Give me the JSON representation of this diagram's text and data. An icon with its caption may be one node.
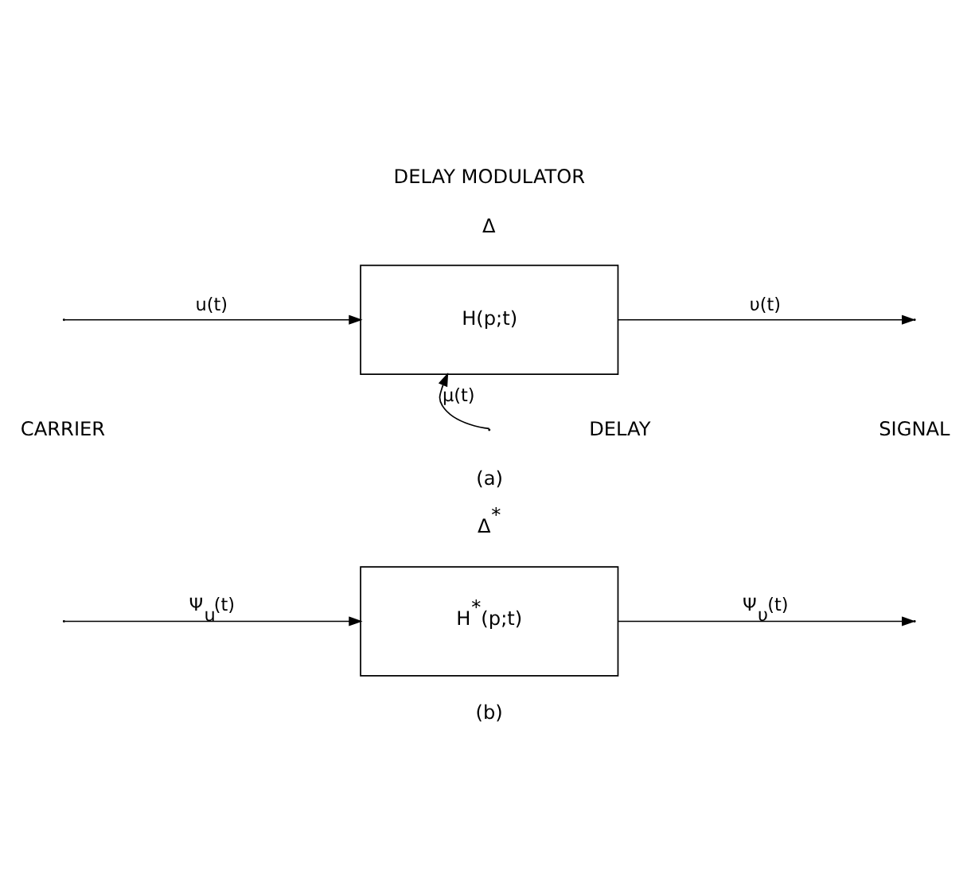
{
  "diagram": {
    "nodes": [
      {
        "text": [
          "H(p;t)"
        ],
        "beside": [
          "DELAY MODULATOR",
          "Δ"
        ]
      },
      {
        "text": [
          "H$^{*}$(p;t)"
        ],
        "beside": [
          "Δ$^{*}$"
        ]
      }
    ],
    "edges": [
      {
        "from": null,
        "to": 0,
        "arrow": "to",
        "label": "u(t)"
      },
      {
        "from": 0,
        "to": null,
        "arrow": "to",
        "label": "υ(t)"
      },
      {
        "from": null,
        "to": 0,
        "arrow": "to",
        "label": "μ(t)"
      },
      {
        "from": null,
        "to": 1,
        "arrow": "to",
        "label": "Ψ$_{u}$(t)"
      },
      {
        "from": 1,
        "to": null,
        "arrow": "to",
        "label": "Ψ$_{υ}$(t)"
      }
    ],
    "labels": [
      "CARRIER",
      "SIGNAL",
      "DELAY",
      "(a)",
      "(b)"
    ]
  }
}
